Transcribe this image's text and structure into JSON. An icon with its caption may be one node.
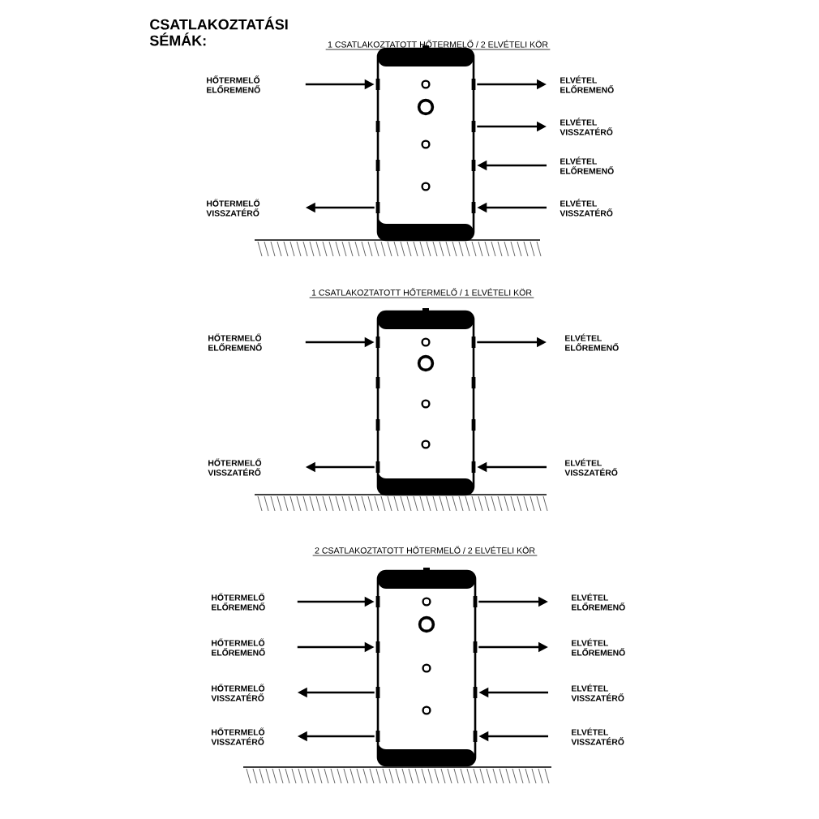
{
  "diagram": {
    "title": "CSATLAKOZTATÁSI SÉMÁK:",
    "nodes": [
      {
        "text": [],
        "shape": "cylinder"
      },
      {
        "text": [
          "HŐTERMELŐ ELŐREMENŐ"
        ]
      },
      {
        "text": [
          "HŐTERMELŐ VISSZATÉRŐ"
        ]
      },
      {
        "text": [
          "ELVÉTEL ELŐREMENŐ"
        ]
      },
      {
        "text": [
          "ELVÉTEL VISSZATÉRŐ"
        ]
      },
      {
        "text": [
          "ELVÉTEL ELŐREMENŐ"
        ]
      },
      {
        "text": [
          "ELVÉTEL VISSZATÉRŐ"
        ]
      },
      {
        "text": [],
        "shape": "cylinder"
      },
      {
        "text": [
          "HŐTERMELŐ ELŐREMENŐ"
        ]
      },
      {
        "text": [
          "HŐTERMELŐ VISSZATÉRŐ"
        ]
      },
      {
        "text": [
          "ELVÉTEL ELŐREMENŐ"
        ]
      },
      {
        "text": [
          "ELVÉTEL VISSZATÉRŐ"
        ]
      },
      {
        "text": [],
        "shape": "cylinder"
      },
      {
        "text": [
          "HŐTERMELŐ ELŐREMENŐ"
        ]
      },
      {
        "text": [
          "HŐTERMELŐ ELŐREMENŐ"
        ]
      },
      {
        "text": [
          "HŐTERMELŐ VISSZATÉRŐ"
        ]
      },
      {
        "text": [
          "HŐTERMELŐ VISSZATÉRŐ"
        ]
      },
      {
        "text": [
          "ELVÉTEL ELŐREMENŐ"
        ]
      },
      {
        "text": [
          "ELVÉTEL ELŐREMENŐ"
        ]
      },
      {
        "text": [
          "ELVÉTEL VISSZATÉRŐ"
        ]
      },
      {
        "text": [
          "ELVÉTEL VISSZATÉRŐ"
        ]
      }
    ],
    "edges": [
      {
        "from": 1,
        "to": 0,
        "arrow": "to"
      },
      {
        "from": 0,
        "to": 2,
        "arrow": "to"
      },
      {
        "from": 0,
        "to": 3,
        "arrow": "to"
      },
      {
        "from": 0,
        "to": 4,
        "arrow": "to"
      },
      {
        "from": 5,
        "to": 0,
        "arrow": "to"
      },
      {
        "from": 6,
        "to": 0,
        "arrow": "to"
      },
      {
        "from": 8,
        "to": 7,
        "arrow": "to"
      },
      {
        "from": 7,
        "to": 9,
        "arrow": "to"
      },
      {
        "from": 7,
        "to": 10,
        "arrow": "to"
      },
      {
        "from": 11,
        "to": 7,
        "arrow": "to"
      },
      {
        "from": 13,
        "to": 12,
        "arrow": "to"
      },
      {
        "from": 14,
        "to": 12,
        "arrow": "to"
      },
      {
        "from": 12,
        "to": 15,
        "arrow": "to"
      },
      {
        "from": 12,
        "to": 16,
        "arrow": "to"
      },
      {
        "from": 12,
        "to": 17,
        "arrow": "to"
      },
      {
        "from": 12,
        "to": 18,
        "arrow": "to"
      },
      {
        "from": 19,
        "to": 12,
        "arrow": "to"
      },
      {
        "from": 20,
        "to": 12,
        "arrow": "to"
      }
    ],
    "labels": [
      "1 CSATLAKOZTATOTT HŐTERMELŐ  /  2 ELVÉTELI KÖR",
      "1 CSATLAKOZTATOTT HŐTERMELŐ  /  1 ELVÉTELI KÖR",
      "2 CSATLAKOZTATOTT HŐTERMELŐ  /  2 ELVÉTELI KÖR"
    ]
  }
}
